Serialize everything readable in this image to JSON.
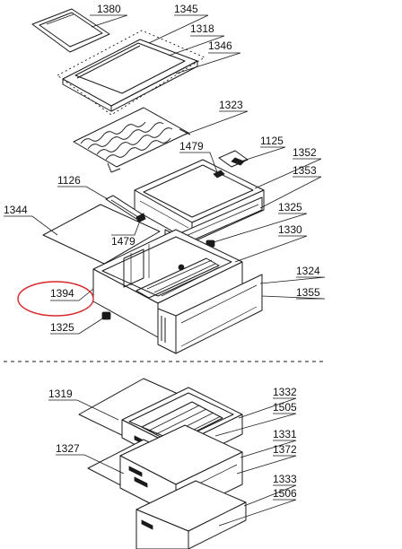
{
  "parts": {
    "p1380": "1380",
    "p1345": "1345",
    "p1318": "1318",
    "p1346": "1346",
    "p1323": "1323",
    "p1479a": "1479",
    "p1125": "1125",
    "p1352": "1352",
    "p1353": "1353",
    "p1126": "1126",
    "p1344": "1344",
    "p1479b": "1479",
    "p1325a": "1325",
    "p1330": "1330",
    "p1324": "1324",
    "p1394": "1394",
    "p1355": "1355",
    "p1325b": "1325",
    "p1319": "1319",
    "p1332": "1332",
    "p1505": "1505",
    "p1331": "1331",
    "p1327": "1327",
    "p1372": "1372",
    "p1333": "1333",
    "p1506": "1506"
  },
  "highlight_color": "#d62828"
}
